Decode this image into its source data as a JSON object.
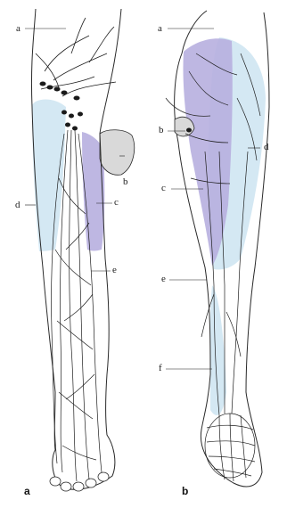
{
  "panels": {
    "left": {
      "letter": "a"
    },
    "right": {
      "letter": "b"
    }
  },
  "labels": {
    "left": {
      "a": "a",
      "b": "b",
      "c": "c",
      "d": "d",
      "e": "e"
    },
    "right": {
      "a": "a",
      "b": "b",
      "c": "c",
      "d": "d",
      "e": "e",
      "f": "f"
    }
  },
  "colors": {
    "skin_outline": "#2a2a2a",
    "lymph_vessel": "#1e1e1e",
    "node_fill": "#1a1a1a",
    "medial_zone_blue": "#cfe6f2",
    "posterior_zone_purple": "#b7afdf",
    "scrotum_fill": "#d9d9d9"
  }
}
